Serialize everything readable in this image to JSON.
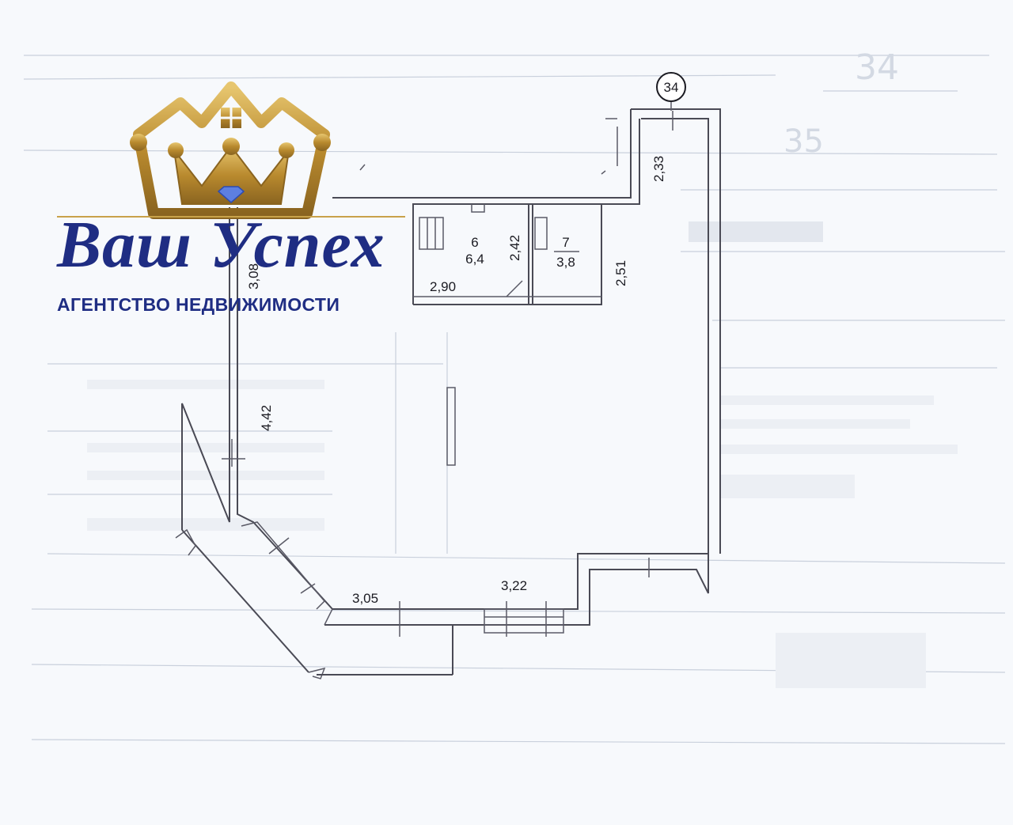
{
  "logo": {
    "title": "Ваш Успех",
    "subtitle": "АГЕНТСТВО НЕДВИЖИМОСТИ",
    "gold": "#c9a24a",
    "navy": "#1f2d83",
    "icon": "crown-house-icon"
  },
  "plan": {
    "axis_marker": "34",
    "rooms": [
      {
        "number": "6",
        "area": "6,4"
      },
      {
        "number": "7",
        "area": "3,8"
      }
    ],
    "dimensions": {
      "d_233": "2,33",
      "d_242": "2,42",
      "d_251": "2,51",
      "d_290": "2,90",
      "d_308": "3,08",
      "d_442": "4,42",
      "d_305": "3,05",
      "d_322": "3,22"
    },
    "background_labels": {
      "b34": "34",
      "b35": "35"
    }
  }
}
